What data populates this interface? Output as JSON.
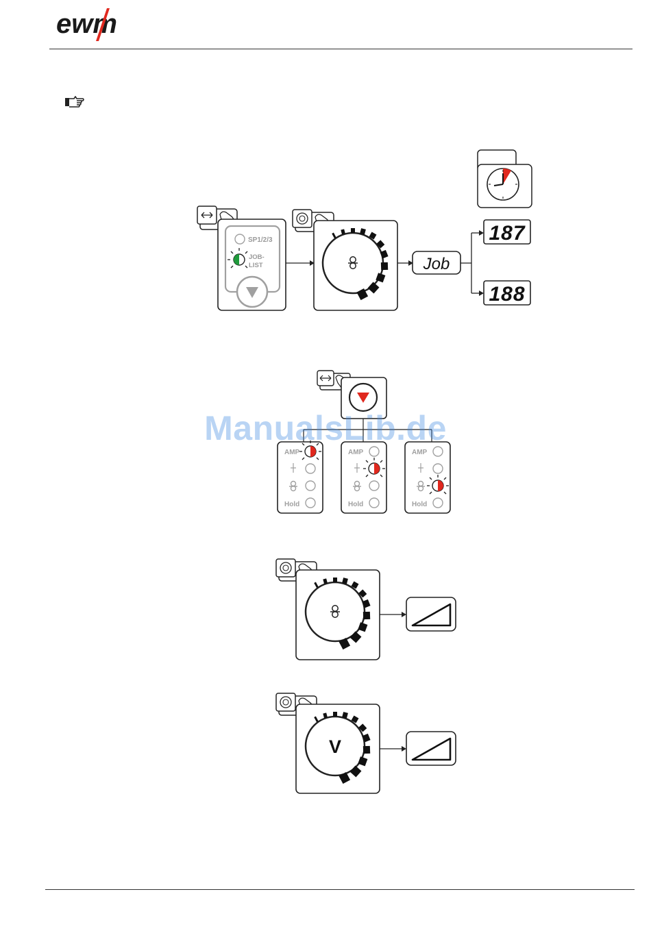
{
  "header": {
    "logo_text": "ewm"
  },
  "note": {
    "icon": "hand-pointer-icon"
  },
  "diagram1": {
    "select_panel": {
      "option_1": "SP1/2/3",
      "option_2_line1": "JOB-",
      "option_2_line2": "LIST"
    },
    "knob_symbol": "wire-feed-icon",
    "job_label": "Job",
    "display_top": "187",
    "display_bottom": "188",
    "clock_icon": "clock-icon"
  },
  "diagram2": {
    "panels": [
      {
        "amp": "AMP",
        "hold": "Hold",
        "active_row": 0
      },
      {
        "amp": "AMP",
        "hold": "Hold",
        "active_row": 1
      },
      {
        "amp": "AMP",
        "hold": "Hold",
        "active_row": 2
      }
    ]
  },
  "diagram3": {
    "knob_symbol": "wire-feed-icon",
    "result_icon": "ramp-icon"
  },
  "diagram4": {
    "knob_label": "V",
    "result_icon": "ramp-icon"
  },
  "watermark": "ManualsLib.de",
  "colors": {
    "accent_red": "#e0281e",
    "led_green": "#1f9a3c",
    "panel_grey": "#9a9a9a"
  }
}
